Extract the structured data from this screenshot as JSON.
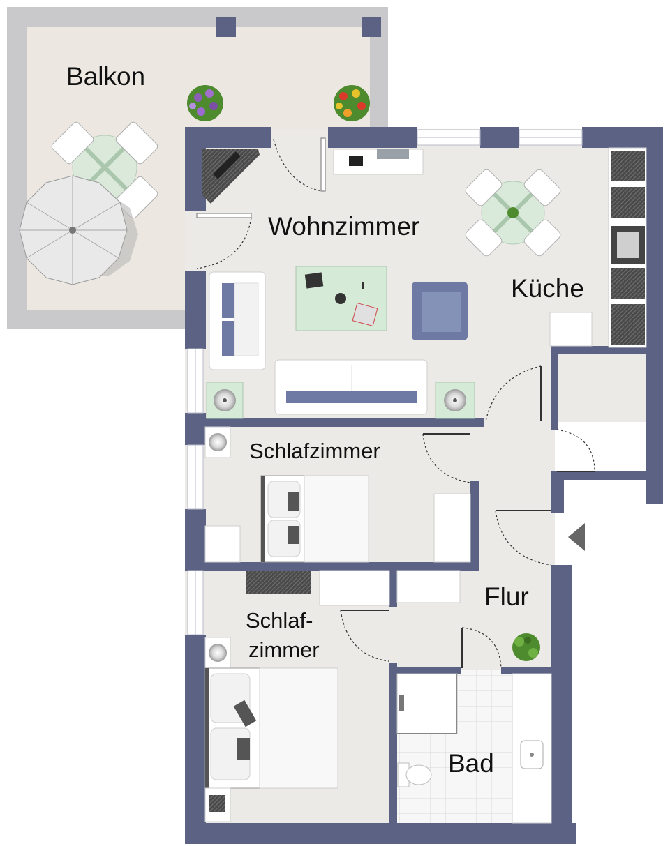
{
  "rooms": {
    "balkon": "Balkon",
    "wohnzimmer": "Wohnzimmer",
    "kueche": "Küche",
    "schlafzimmer1": "Schlafzimmer",
    "schlafzimmer2_line1": "Schlaf-",
    "schlafzimmer2_line2": "zimmer",
    "flur": "Flur",
    "bad": "Bad"
  },
  "colors": {
    "wall": "#5b6284",
    "floor": "#eceae6",
    "balcony_floor": "#ece8e1",
    "balcony_rail": "#c9c9cc",
    "window": "#ffffff",
    "sofa_accent": "#6e7aa3",
    "table_glass": "#d6ead8",
    "plant_green": "#4e8a2e"
  },
  "icons": [
    "parasol-icon",
    "dining-set-icon",
    "sofa-icon",
    "armchair-icon",
    "coffee-table-icon",
    "floor-lamp-icon",
    "tv-icon",
    "double-bed-icon",
    "wardrobe-icon",
    "plant-icon",
    "flowerpot-icon",
    "shower-icon",
    "toilet-icon",
    "sink-icon",
    "kitchen-counter-icon",
    "entrance-arrow-icon"
  ]
}
